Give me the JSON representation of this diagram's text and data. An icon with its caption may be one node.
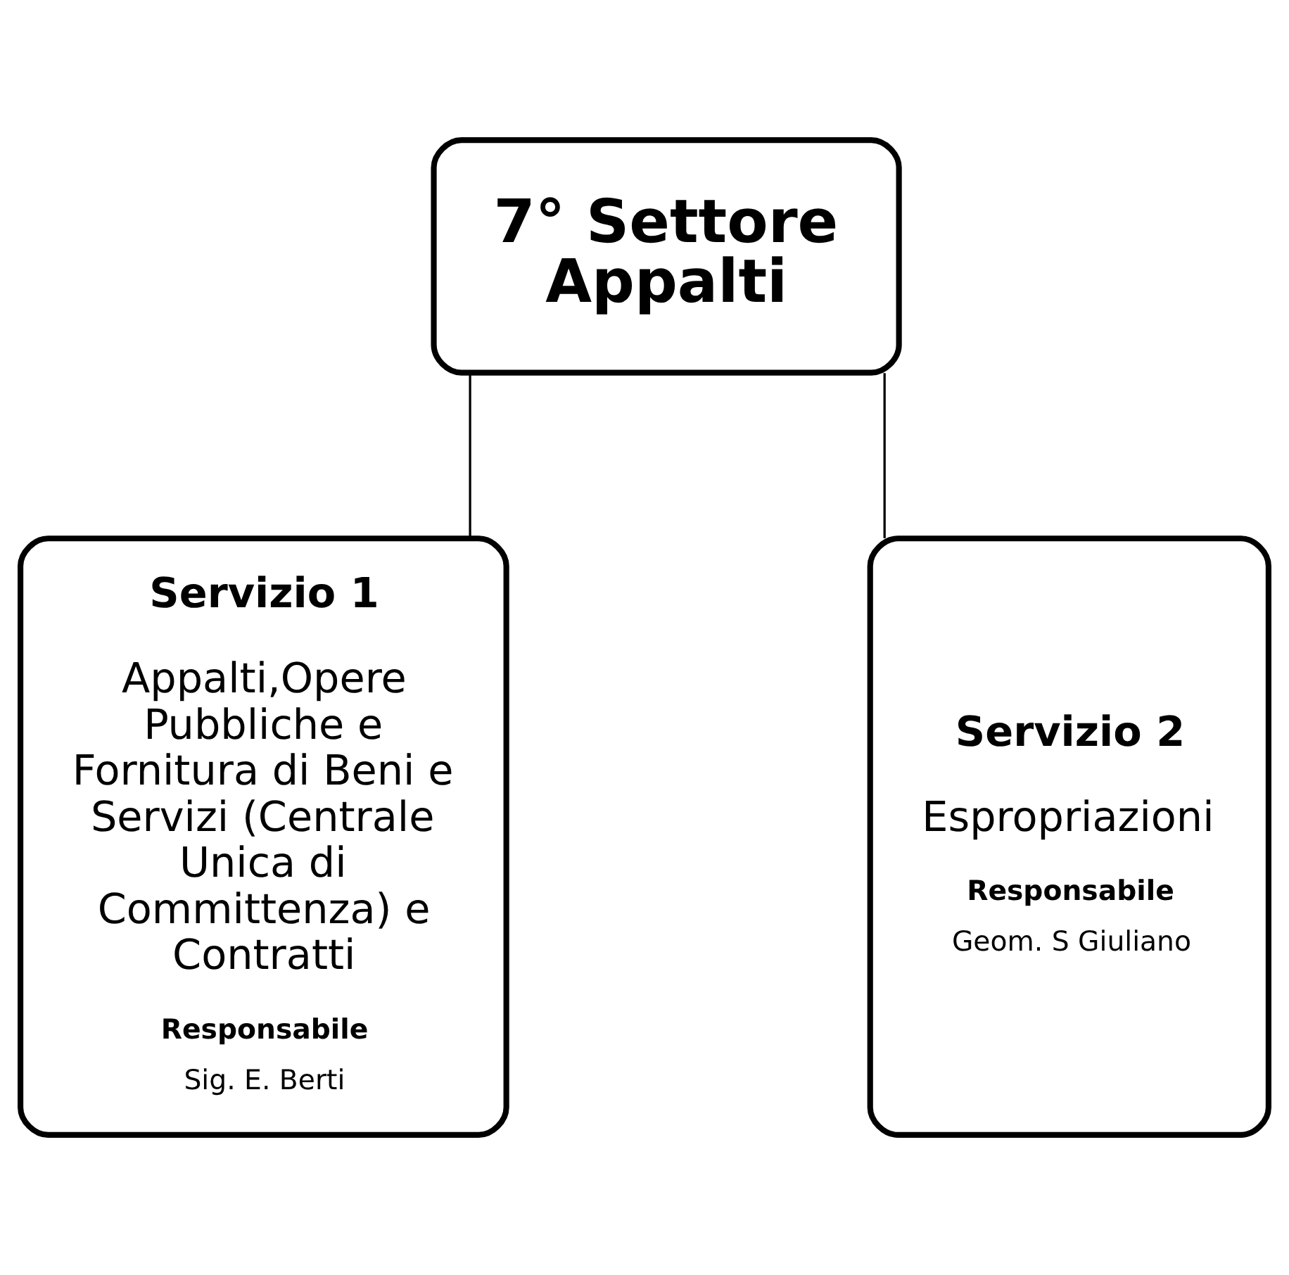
{
  "diagram": {
    "nodes": [
      {
        "text": [
          "7° Settore Appalti"
        ]
      },
      {
        "text": [
          "Servizio 1",
          "Appalti,Opere Pubbliche e Fornitura di Beni e Servizi (Centrale Unica di Committenza) e Contratti",
          "Responsabile",
          "Sig. E. Berti"
        ]
      },
      {
        "text": [
          "Servizio 2",
          "Espropriazioni",
          "Responsabile",
          "Geom. S Giuliano"
        ]
      }
    ],
    "edges": [
      {
        "from": 0,
        "to": 1,
        "arrow": "none"
      },
      {
        "from": 0,
        "to": 2,
        "arrow": "none"
      }
    ]
  }
}
